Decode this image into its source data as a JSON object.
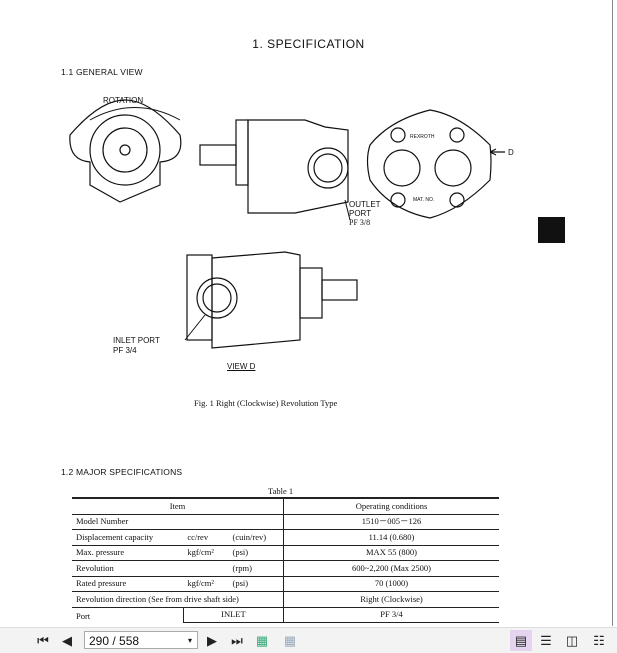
{
  "document": {
    "title": "1.  SPECIFICATION",
    "section_general": "1.1  GENERAL VIEW",
    "labels": {
      "rotation": "ROTATION",
      "outlet": [
        "OUTLET",
        "PORT",
        "PF 3/8"
      ],
      "inlet": [
        "INLET PORT",
        "PF 3/4"
      ],
      "view_d": "VIEW  D",
      "d_arrow": "D",
      "rexroth": "REXROTH",
      "mat_no": "MAT. NO."
    },
    "figure_caption": "Fig. 1   Right (Clockwise) Revolution Type",
    "section_major": "1.2  MAJOR SPECIFICATIONS",
    "table_title": "Table 1",
    "table": {
      "headers": [
        "Item",
        "Operating conditions"
      ],
      "rows": [
        {
          "item": "Model Number",
          "unit": "",
          "unit2": "",
          "value": "1510－005－126"
        },
        {
          "item": "Displacement capacity",
          "unit": "cc/rev",
          "unit2": "(cuin/rev)",
          "value": "11.14 (0.680)"
        },
        {
          "item": "Max. pressure",
          "unit": "kgf/cm²",
          "unit2": "(psi)",
          "value": "MAX 55 (800)"
        },
        {
          "item": "Revolution",
          "unit": "",
          "unit2": "(rpm)",
          "value": "600~2,200 (Max 2500)"
        },
        {
          "item": "Rated pressure",
          "unit": "kgf/cm²",
          "unit2": "(psi)",
          "value": "70 (1000)"
        },
        {
          "item": "Revolution direction (See from drive shaft side)",
          "unit": "",
          "unit2": "",
          "value": "Right (Clockwise)"
        }
      ],
      "port": {
        "label": "Port",
        "sub": "INLET",
        "value": "PF 3/4"
      }
    }
  },
  "toolbar": {
    "page_input": "290 / 558"
  }
}
